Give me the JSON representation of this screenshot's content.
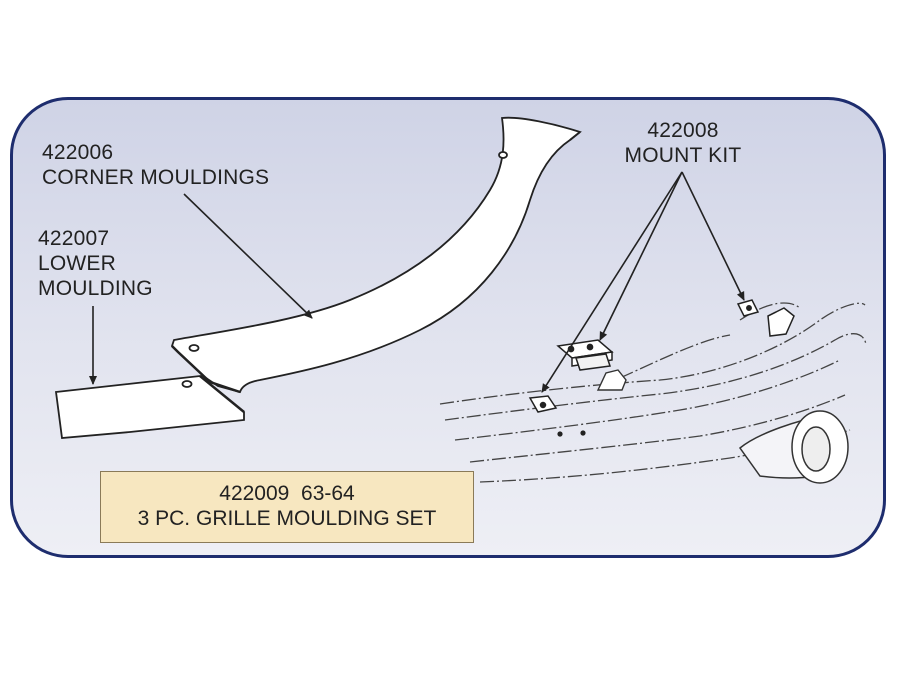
{
  "labels": {
    "corner": {
      "part_no": "422006",
      "name": "CORNER MOULDINGS"
    },
    "lower": {
      "part_no": "422007",
      "line1": "LOWER",
      "line2": "MOULDING"
    },
    "mount": {
      "part_no": "422008",
      "name": "MOUNT KIT"
    }
  },
  "caption": {
    "line1": "422009  63-64",
    "line2": "3 PC. GRILLE MOULDING SET"
  },
  "colors": {
    "panel_border": "#1e2d6e",
    "panel_fill": "#dfe1ee",
    "caption_fill": "#f7e7c0",
    "line_art": "#333333"
  }
}
